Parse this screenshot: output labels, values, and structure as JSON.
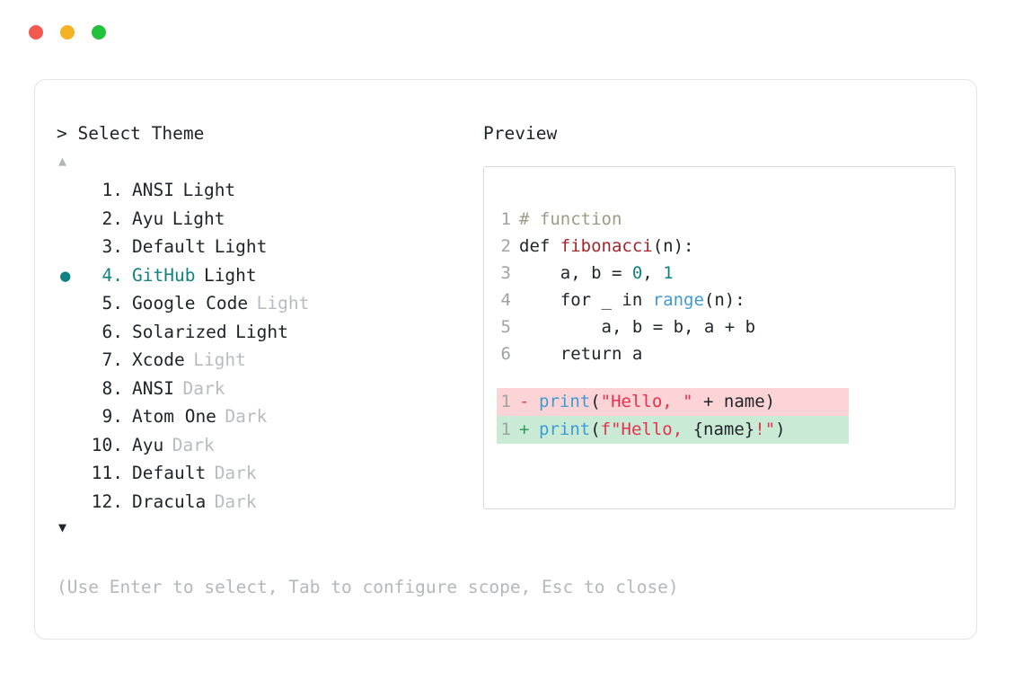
{
  "window": {
    "traffic_lights": [
      {
        "name": "close",
        "color": "#f4594f"
      },
      {
        "name": "minimize",
        "color": "#f5b324"
      },
      {
        "name": "maximize",
        "color": "#23c13c"
      }
    ]
  },
  "left": {
    "title": "> Select Theme",
    "scroll_up_icon": "▲",
    "scroll_down_icon": "▼",
    "selected_index": 4,
    "bullet_icon": "●",
    "items": [
      {
        "num": " 1.",
        "name": "ANSI",
        "variant": "Light",
        "variant_dim": false,
        "selected": false
      },
      {
        "num": " 2.",
        "name": "Ayu",
        "variant": "Light",
        "variant_dim": false,
        "selected": false
      },
      {
        "num": " 3.",
        "name": "Default",
        "variant": "Light",
        "variant_dim": false,
        "selected": false
      },
      {
        "num": " 4.",
        "name": "GitHub",
        "variant": "Light",
        "variant_dim": false,
        "selected": true
      },
      {
        "num": " 5.",
        "name": "Google Code",
        "variant": "Light",
        "variant_dim": true,
        "selected": false
      },
      {
        "num": " 6.",
        "name": "Solarized",
        "variant": "Light",
        "variant_dim": false,
        "selected": false
      },
      {
        "num": " 7.",
        "name": "Xcode",
        "variant": "Light",
        "variant_dim": true,
        "selected": false
      },
      {
        "num": " 8.",
        "name": "ANSI",
        "variant": "Dark",
        "variant_dim": true,
        "selected": false
      },
      {
        "num": " 9.",
        "name": "Atom One",
        "variant": "Dark",
        "variant_dim": true,
        "selected": false
      },
      {
        "num": "10.",
        "name": "Ayu",
        "variant": "Dark",
        "variant_dim": true,
        "selected": false
      },
      {
        "num": "11.",
        "name": "Default",
        "variant": "Dark",
        "variant_dim": true,
        "selected": false
      },
      {
        "num": "12.",
        "name": "Dracula",
        "variant": "Dark",
        "variant_dim": true,
        "selected": false
      }
    ]
  },
  "right": {
    "title": "Preview",
    "code_lines": [
      {
        "ln": "1",
        "tokens": [
          {
            "t": "# function",
            "c": "tok-comment"
          }
        ]
      },
      {
        "ln": "2",
        "tokens": [
          {
            "t": "def ",
            "c": "tok-kw"
          },
          {
            "t": "fibonacci",
            "c": "tok-fn"
          },
          {
            "t": "(n):",
            "c": "tok-plain"
          }
        ]
      },
      {
        "ln": "3",
        "tokens": [
          {
            "t": "    a, b = ",
            "c": "tok-plain"
          },
          {
            "t": "0",
            "c": "tok-num"
          },
          {
            "t": ", ",
            "c": "tok-plain"
          },
          {
            "t": "1",
            "c": "tok-num"
          }
        ]
      },
      {
        "ln": "4",
        "tokens": [
          {
            "t": "    for _ in ",
            "c": "tok-plain"
          },
          {
            "t": "range",
            "c": "tok-builtin"
          },
          {
            "t": "(n):",
            "c": "tok-plain"
          }
        ]
      },
      {
        "ln": "5",
        "tokens": [
          {
            "t": "        a, b = b, a + b",
            "c": "tok-plain"
          }
        ]
      },
      {
        "ln": "6",
        "tokens": [
          {
            "t": "    return a",
            "c": "tok-plain"
          }
        ]
      }
    ],
    "diff_lines": [
      {
        "kind": "del",
        "ln": "1",
        "sign": "-",
        "tokens": [
          {
            "t": "print",
            "c": "tok-builtin"
          },
          {
            "t": "(",
            "c": "tok-plain"
          },
          {
            "t": "\"Hello, \"",
            "c": "tok-str"
          },
          {
            "t": " + name)",
            "c": "tok-plain"
          }
        ]
      },
      {
        "kind": "add",
        "ln": "1",
        "sign": "+",
        "tokens": [
          {
            "t": "print",
            "c": "tok-builtin"
          },
          {
            "t": "(",
            "c": "tok-plain"
          },
          {
            "t": "f\"Hello, ",
            "c": "tok-str"
          },
          {
            "t": "{name}",
            "c": "tok-plain"
          },
          {
            "t": "!\"",
            "c": "tok-str"
          },
          {
            "t": ")",
            "c": "tok-plain"
          }
        ]
      }
    ]
  },
  "footer": {
    "hint": "(Use Enter to select, Tab to configure scope, Esc to close)"
  },
  "colors": {
    "accent": "#128181",
    "diff_delete_bg": "#fcd4d6",
    "diff_add_bg": "#c9ebd6",
    "border": "#e3e4e6"
  }
}
